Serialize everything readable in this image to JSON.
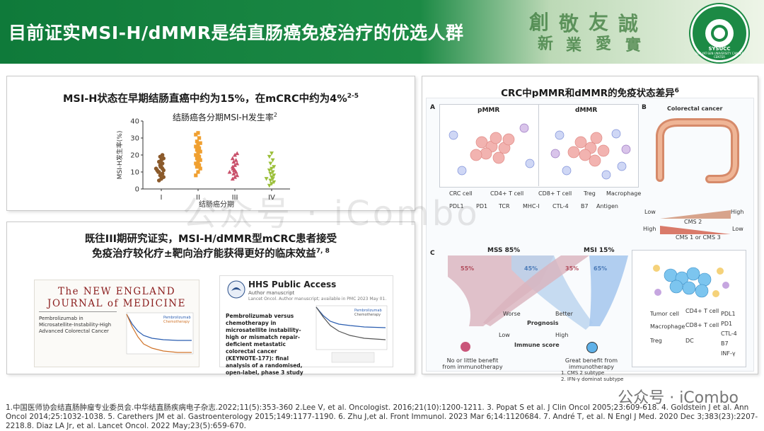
{
  "header": {
    "title": "目前证实MSI-H/dMMR是结直肠癌免疫治疗的优选人群",
    "calligraphy": [
      "創",
      "新",
      "敬",
      "業",
      "友",
      "愛",
      "誠",
      "實"
    ],
    "logo_text": "SYSUCC",
    "logo_subtext": "SUN YAT-SEN UNIVERSITY CANCER CENTER"
  },
  "panel1": {
    "title": "MSI-H状态在早期结肠直癌中约为15%，在mCRC中约为4%",
    "title_sup": "2-5",
    "chart_subtitle": "结肠癌各分期MSI-H发生率",
    "chart_subtitle_sup": "2"
  },
  "chart_data": {
    "type": "scatter",
    "title": "结肠癌各分期MSI-H发生率",
    "xlabel": "结肠癌分期",
    "ylabel": "MSI-H发生率(%)",
    "categories": [
      "I",
      "II",
      "III",
      "IV"
    ],
    "ylim": [
      0,
      40
    ],
    "yticks": [
      0,
      10,
      20,
      30,
      40
    ],
    "colors": [
      "#8b5a2b",
      "#f0a030",
      "#c9506a",
      "#9bbf3a"
    ],
    "series": [
      {
        "category": "I",
        "values": [
          5,
          6,
          7,
          8,
          9,
          10,
          10,
          11,
          11,
          12,
          12,
          13,
          13,
          14,
          15,
          16,
          17,
          18,
          19,
          20
        ]
      },
      {
        "category": "II",
        "values": [
          8,
          10,
          12,
          13,
          14,
          15,
          16,
          17,
          18,
          19,
          20,
          21,
          22,
          23,
          24,
          25,
          26,
          27,
          28,
          30,
          32,
          33
        ]
      },
      {
        "category": "III",
        "values": [
          6,
          7,
          8,
          9,
          10,
          10,
          11,
          11,
          12,
          12,
          13,
          14,
          15,
          16,
          17,
          18,
          20,
          21
        ]
      },
      {
        "category": "IV",
        "values": [
          2,
          3,
          4,
          5,
          6,
          6,
          7,
          8,
          9,
          10,
          11,
          12,
          13,
          15,
          17,
          19,
          21
        ]
      }
    ]
  },
  "panel2": {
    "title_line1": "既往III期研究证实，MSI-H/dMMR型mCRC患者接受",
    "title_line2": "免疫治疗较化疗±靶向治疗能获得更好的临床效益",
    "title_sup": "7, 8",
    "nejm_title_1": "The NEW ENGLAND",
    "nejm_title_2": "JOURNAL of MEDICINE",
    "nejm_article": "Pembrolizumab in Microsatellite-Instability-High Advanced Colorectal Cancer",
    "hhs_title": "HHS Public Access",
    "hhs_sub": "Author manuscript",
    "hhs_sub2": "Lancet Oncol. Author manuscript; available in PMC 2023 May 01.",
    "hhs_article": "Pembrolizumab versus chemotherapy in microsatellite instability-high or mismatch repair-deficient metastatic colorectal cancer (KEYNOTE-177): final analysis of a randomised, open-label, phase 3 study",
    "nejm_legend_a": "Pembrolizumab",
    "nejm_legend_b": "Chemotherapy",
    "hhs_legend_a": "Pembrolizumab",
    "hhs_legend_b": "Chemotherapy"
  },
  "panel3": {
    "title": "CRC中pMMR和dMMR的免疫状态差异",
    "title_sup": "6",
    "fig": {
      "label_a": "A",
      "label_b": "B",
      "label_c": "C",
      "pmmr": "pMMR",
      "dmmr": "dMMR",
      "colorectal": "Colorectal cancer",
      "cms2": "CMS 2",
      "cms13": "CMS 1 or CMS 3",
      "low": "Low",
      "high": "High",
      "legend_a": [
        "CRC cell",
        "CD4+ T cell",
        "CD8+ T cell",
        "Treg",
        "Macrophage"
      ],
      "legend_b": [
        "PDL1",
        "PD1",
        "TCR",
        "MHC-I",
        "CTL-4",
        "B7",
        "Antigen"
      ],
      "mss": "MSS  85%",
      "msi": "MSI  15%",
      "pct_55": "55%",
      "pct_45": "45%",
      "pct_35": "35%",
      "pct_65": "65%",
      "worse": "Worse",
      "better": "Better",
      "prognosis": "Prognosis",
      "immune_score": "Immune score",
      "no_benefit": "No or little benefit from immunotherapy",
      "great_benefit": "Great benefit from immunotherapy",
      "subtype1": "1. CMS 2 subtype",
      "subtype2": "2. IFN-γ dominat subtype",
      "legend_c": [
        "Tumor cell",
        "CD4+ T cell",
        "PDL1",
        "Macrophage",
        "CD8+ T cell",
        "PD1",
        "Treg",
        "DC",
        "CTL-4",
        "B7",
        "INF-γ"
      ]
    }
  },
  "footer": "1.中国医师协会结直肠肿瘤专业委员会.中华结直肠疾病电子杂志.2022;11(5):353-360 2.Lee V, et al. Oncologist. 2016;21(10):1200-1211. 3. Popat S et al. J Clin Oncol 2005;23:609-618. 4. Goldstein J et al. Ann Oncol 2014;25:1032-1038. 5. Carethers JM et al. Gastroenterology 2015;149:1177-1190. 6. Zhu J,et al. Front Immunol. 2023 Mar 6;14:1120684. 7. André T, et al. N Engl J Med. 2020 Dec 3;383(23):2207-2218.8. Diaz LA Jr, et al. Lancet Oncol. 2022 May;23(5):659-670.",
  "watermark": {
    "center": "公众号 · iCombo",
    "corner": "公众号 · iCombo"
  }
}
